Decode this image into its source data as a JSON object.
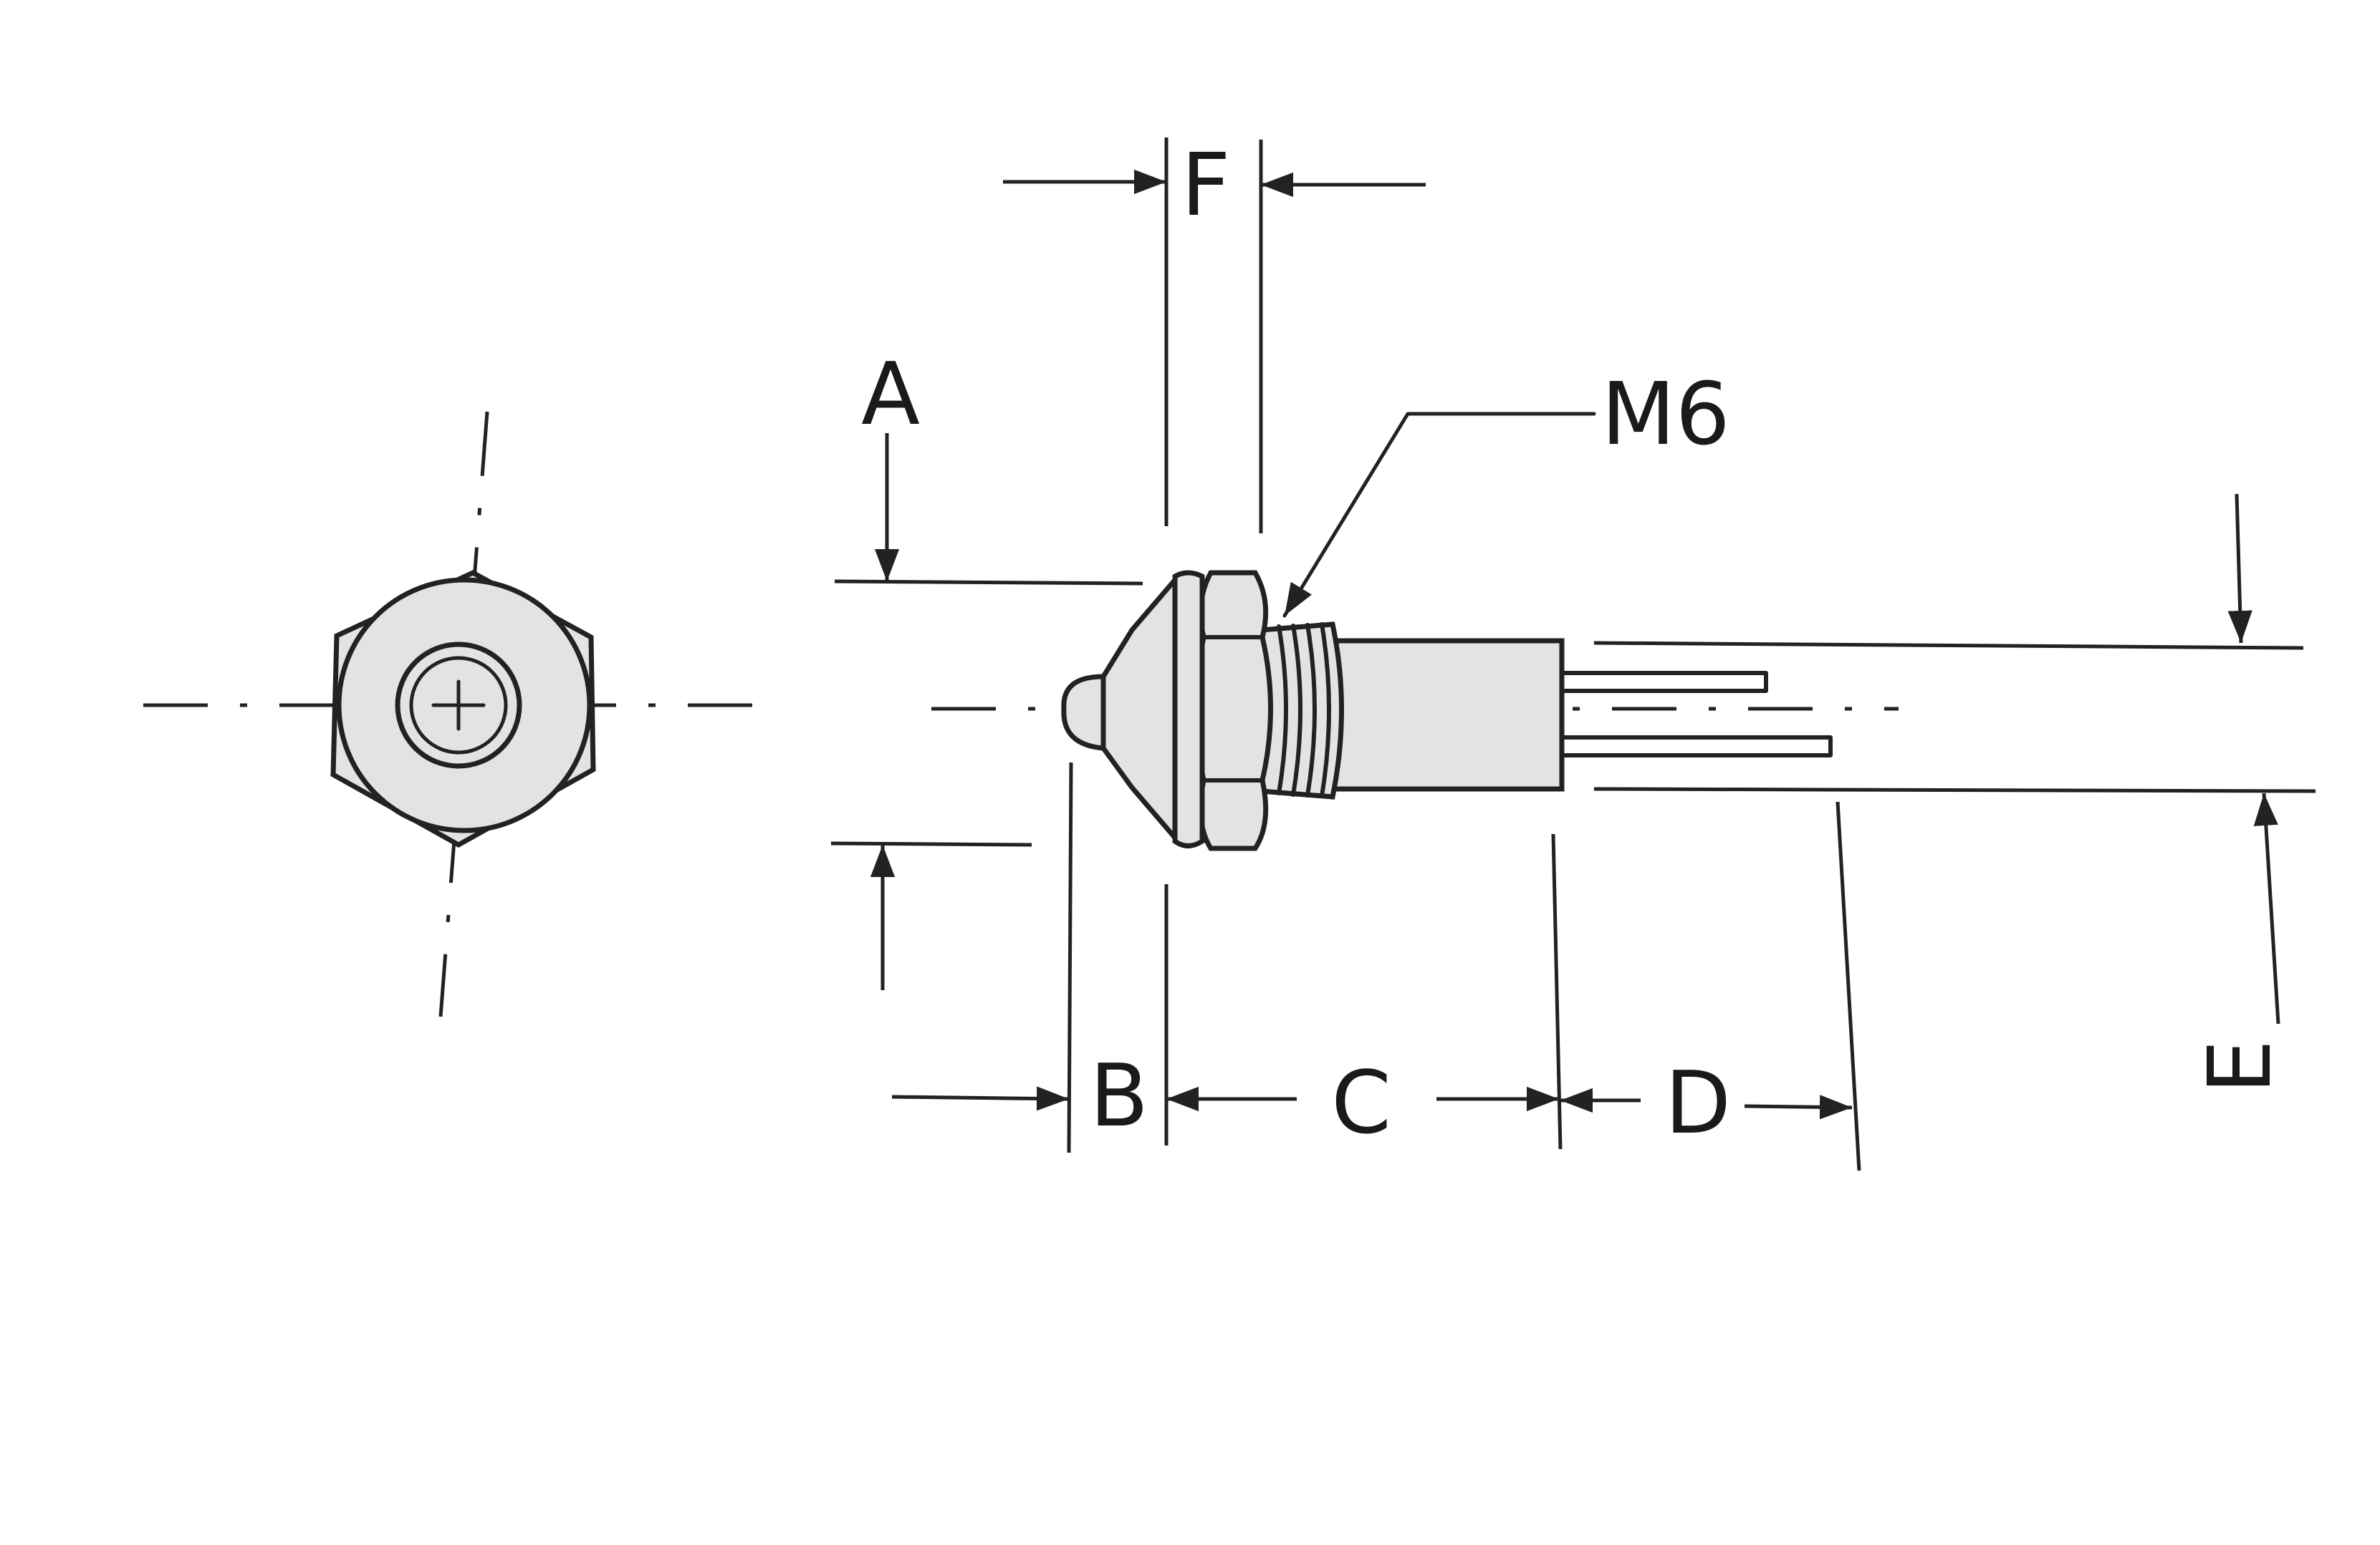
{
  "labels": {
    "a": "A",
    "b": "B",
    "c": "C",
    "d": "D",
    "e": "E",
    "f": "F",
    "thread": "M6"
  },
  "colors": {
    "ink": "#222222",
    "body_fill": "#e3e3e3",
    "background": "#ffffff"
  }
}
